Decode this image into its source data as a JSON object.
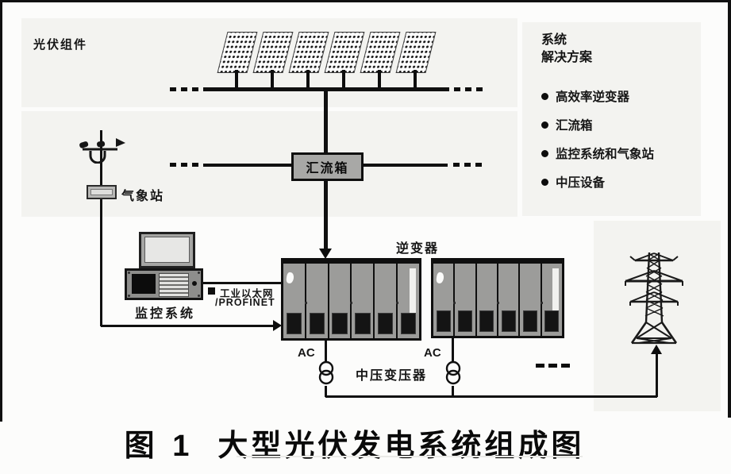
{
  "figure": {
    "pv_section_label": "光伏组件",
    "combiner_box_label": "汇流箱",
    "weather_station_label": "气象站",
    "monitoring_system_label": "监控系统",
    "network_label_line1": "工业以太网",
    "network_label_line2": "/PROFINET",
    "inverter_label": "逆变器",
    "ac_label": "AC",
    "transformer_label": "中压变压器",
    "pv_module_count": 6,
    "inverter_cabinet_count": 2,
    "inverter_modules_per_cabinet": 6
  },
  "solutions": {
    "title_line1": "系统",
    "title_line2": "解决方案",
    "items": [
      "高效率逆变器",
      "汇流箱",
      "监控系统和气象站",
      "中压设备"
    ]
  },
  "caption": {
    "figure_no": "图 1",
    "title": "大型光伏发电系统组成图"
  },
  "colors": {
    "line": "#101010",
    "panel_background": "#f3f3f0",
    "cabinet_gray": "#9c9c9a",
    "combiner_fill": "#a8a8a6"
  }
}
